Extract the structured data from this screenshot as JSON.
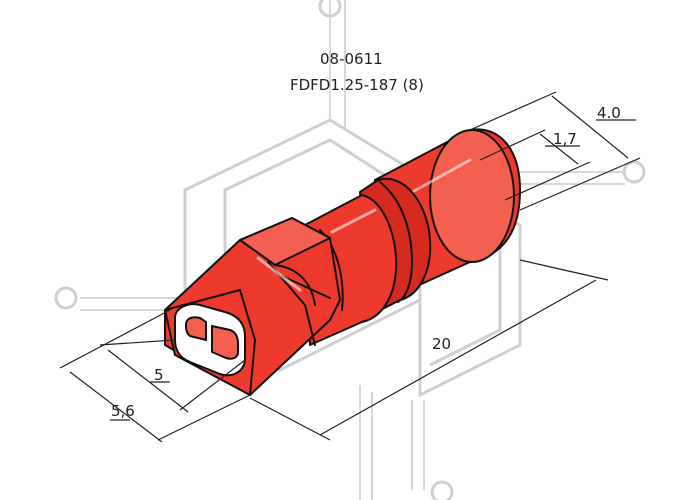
{
  "drawing": {
    "part_number": "08-0611",
    "model": "FDFD1.25-187 (8)"
  },
  "dimensions": {
    "total_length": "20",
    "tube_outer": "4.0",
    "tube_inner": "1,7",
    "tab_inner_width": "5",
    "tab_outer_width": "5,6"
  },
  "colors": {
    "insulation": "#ee3a2c",
    "outline": "#111111",
    "watermark": "#cfcfcf"
  }
}
